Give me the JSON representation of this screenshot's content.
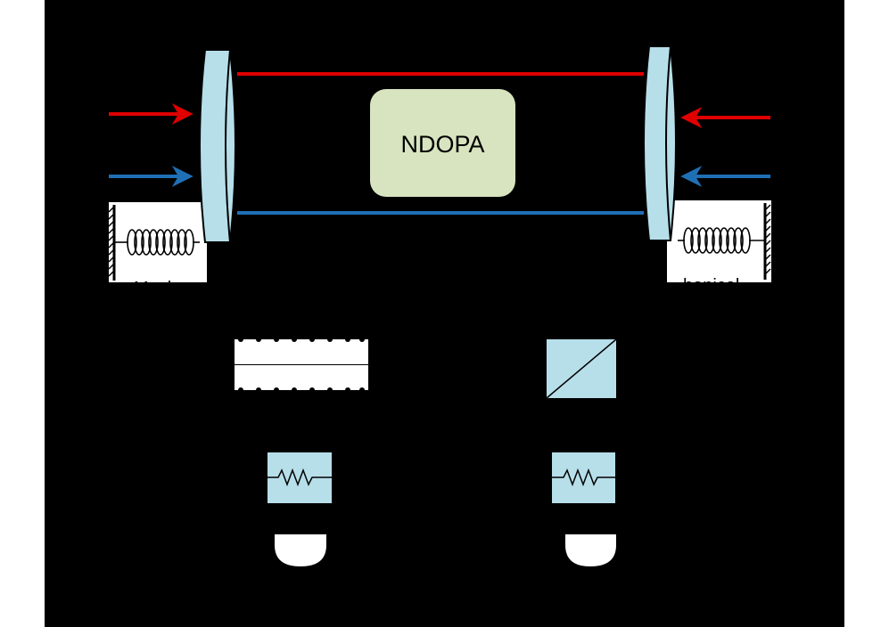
{
  "diagram": {
    "central_box_label": "NDOPA",
    "left_mechanical_label": "Mechan",
    "right_mechanical_label": "hanical"
  },
  "colors": {
    "background": "#000000",
    "page": "#ffffff",
    "red_beam": "#e00000",
    "blue_beam": "#1f6fb5",
    "mirror": "#b7dfea",
    "ndopa_box": "#d8e4bf",
    "component": "#b7dfea"
  }
}
